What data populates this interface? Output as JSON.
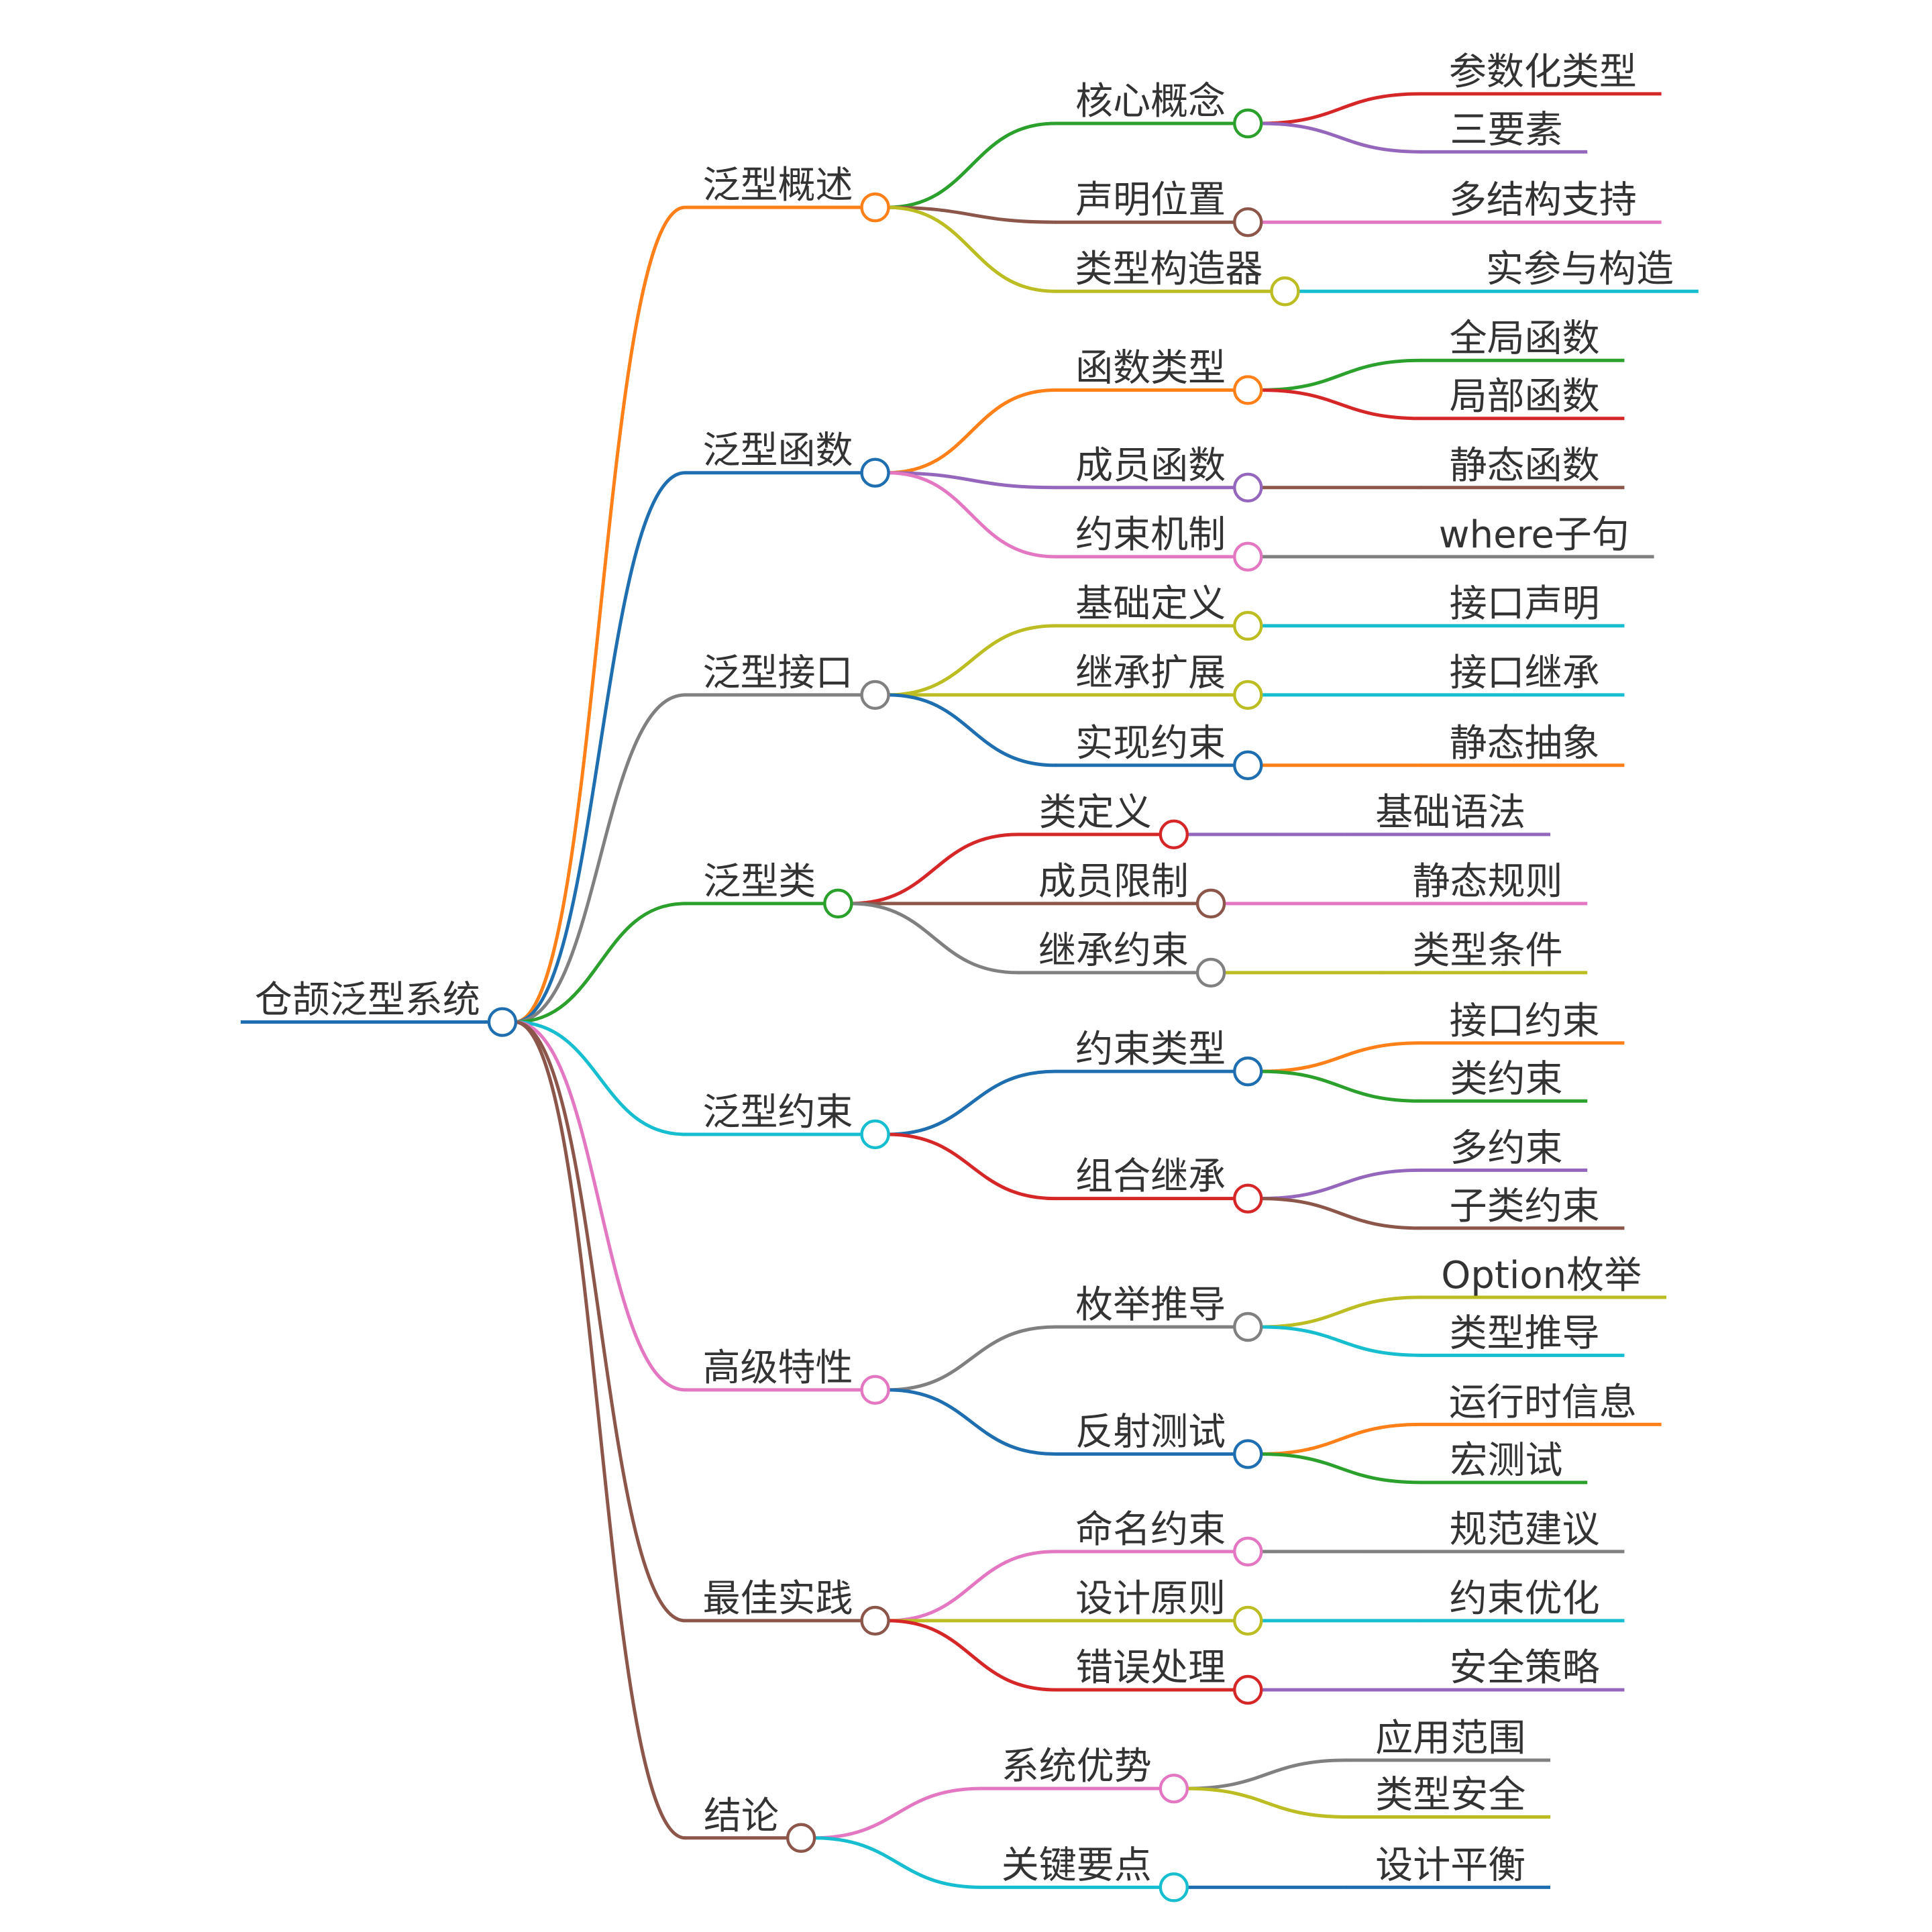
{
  "palette": {
    "orange": "#ff8018",
    "blue": "#1f6fb0",
    "gray": "#808080",
    "green": "#2ca02c",
    "cyan": "#17becf",
    "pink": "#e377c2",
    "brown": "#8c564b",
    "red": "#d62728",
    "purple": "#9467bd",
    "olive": "#bcbd22"
  },
  "root": {
    "label": "仓颉泛型系统",
    "color": "blue",
    "children": [
      {
        "label": "泛型概述",
        "color": "orange",
        "children": [
          {
            "label": "核心概念",
            "color": "green",
            "children": [
              {
                "label": "参数化类型",
                "color": "red"
              },
              {
                "label": "三要素",
                "color": "purple"
              }
            ]
          },
          {
            "label": "声明位置",
            "color": "brown",
            "children": [
              {
                "label": "多结构支持",
                "color": "pink"
              }
            ]
          },
          {
            "label": "类型构造器",
            "color": "olive",
            "children": [
              {
                "label": "实参与构造",
                "color": "cyan"
              }
            ]
          }
        ]
      },
      {
        "label": "泛型函数",
        "color": "blue",
        "children": [
          {
            "label": "函数类型",
            "color": "orange",
            "children": [
              {
                "label": "全局函数",
                "color": "green"
              },
              {
                "label": "局部函数",
                "color": "red"
              }
            ]
          },
          {
            "label": "成员函数",
            "color": "purple",
            "children": [
              {
                "label": "静态函数",
                "color": "brown"
              }
            ]
          },
          {
            "label": "约束机制",
            "color": "pink",
            "children": [
              {
                "label": "where子句",
                "color": "gray"
              }
            ]
          }
        ]
      },
      {
        "label": "泛型接口",
        "color": "gray",
        "children": [
          {
            "label": "基础定义",
            "color": "olive",
            "children": [
              {
                "label": "接口声明",
                "color": "cyan"
              }
            ]
          },
          {
            "label": "继承扩展",
            "color": "olive",
            "children": [
              {
                "label": "接口继承",
                "color": "cyan"
              }
            ]
          },
          {
            "label": "实现约束",
            "color": "blue",
            "children": [
              {
                "label": "静态抽象",
                "color": "orange"
              }
            ]
          }
        ]
      },
      {
        "label": "泛型类",
        "color": "green",
        "children": [
          {
            "label": "类定义",
            "color": "red",
            "children": [
              {
                "label": "基础语法",
                "color": "purple"
              }
            ]
          },
          {
            "label": "成员限制",
            "color": "brown",
            "children": [
              {
                "label": "静态规则",
                "color": "pink"
              }
            ]
          },
          {
            "label": "继承约束",
            "color": "gray",
            "children": [
              {
                "label": "类型条件",
                "color": "olive"
              }
            ]
          }
        ]
      },
      {
        "label": "泛型约束",
        "color": "cyan",
        "children": [
          {
            "label": "约束类型",
            "color": "blue",
            "children": [
              {
                "label": "接口约束",
                "color": "orange"
              },
              {
                "label": "类约束",
                "color": "green"
              }
            ]
          },
          {
            "label": "组合继承",
            "color": "red",
            "children": [
              {
                "label": "多约束",
                "color": "purple"
              },
              {
                "label": "子类约束",
                "color": "brown"
              }
            ]
          }
        ]
      },
      {
        "label": "高级特性",
        "color": "pink",
        "children": [
          {
            "label": "枚举推导",
            "color": "gray",
            "children": [
              {
                "label": "Option枚举",
                "color": "olive"
              },
              {
                "label": "类型推导",
                "color": "cyan"
              }
            ]
          },
          {
            "label": "反射测试",
            "color": "blue",
            "children": [
              {
                "label": "运行时信息",
                "color": "orange"
              },
              {
                "label": "宏测试",
                "color": "green"
              }
            ]
          }
        ]
      },
      {
        "label": "最佳实践",
        "color": "brown",
        "children": [
          {
            "label": "命名约束",
            "color": "pink",
            "children": [
              {
                "label": "规范建议",
                "color": "gray"
              }
            ]
          },
          {
            "label": "设计原则",
            "color": "olive",
            "children": [
              {
                "label": "约束优化",
                "color": "cyan"
              }
            ]
          },
          {
            "label": "错误处理",
            "color": "red",
            "children": [
              {
                "label": "安全策略",
                "color": "purple"
              }
            ]
          }
        ]
      },
      {
        "label": "结论",
        "color": "brown",
        "children": [
          {
            "label": "系统优势",
            "color": "pink",
            "children": [
              {
                "label": "应用范围",
                "color": "gray"
              },
              {
                "label": "类型安全",
                "color": "olive"
              }
            ]
          },
          {
            "label": "关键要点",
            "color": "cyan",
            "children": [
              {
                "label": "设计平衡",
                "color": "blue"
              }
            ]
          }
        ]
      }
    ]
  }
}
